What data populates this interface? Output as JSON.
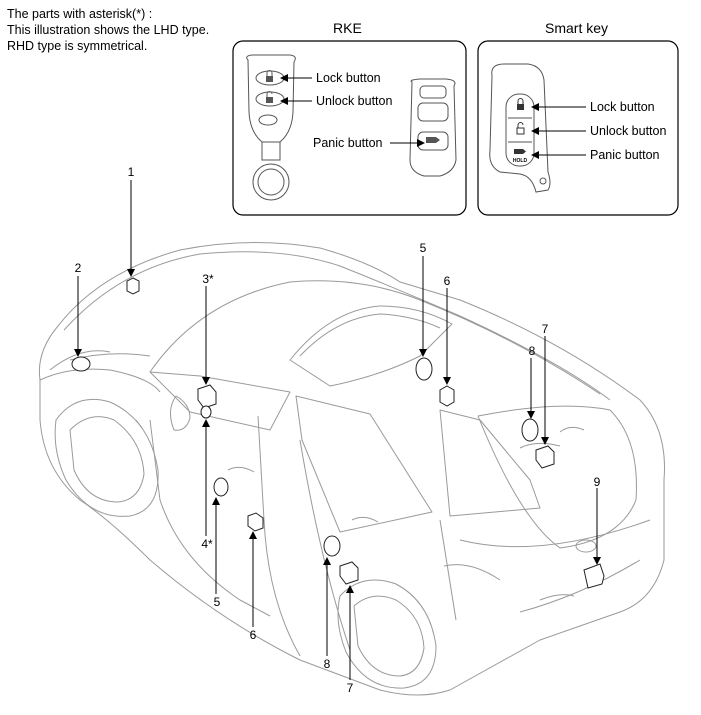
{
  "note": {
    "line1": "The parts with asterisk(*) :",
    "line2": "This illustration shows the LHD type.",
    "line3": "RHD type is symmetrical."
  },
  "rke": {
    "title": "RKE",
    "lock_label": "Lock button",
    "unlock_label": "Unlock button",
    "panic_label": "Panic button"
  },
  "smart_key": {
    "title": "Smart key",
    "lock_label": "Lock button",
    "unlock_label": "Unlock button",
    "panic_label": "Panic button",
    "hold_text": "HOLD"
  },
  "callouts": {
    "c1": "1",
    "c2": "2",
    "c3": "3*",
    "c4": "4*",
    "c5a": "5",
    "c5b": "5",
    "c6a": "6",
    "c6b": "6",
    "c7a": "7",
    "c7b": "7",
    "c8a": "8",
    "c8b": "8",
    "c9": "9"
  }
}
